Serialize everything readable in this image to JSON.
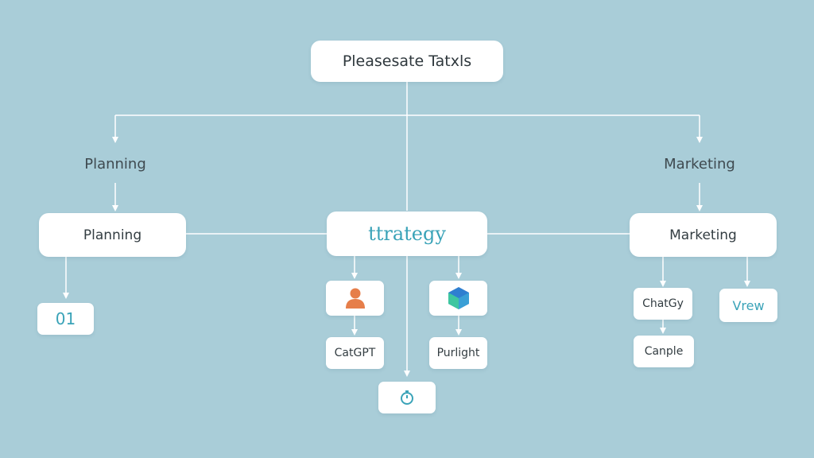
{
  "root": {
    "label": "Pleasesate Tatxls"
  },
  "branches": {
    "left_label": "Planning",
    "right_label": "Marketing"
  },
  "nodes": {
    "planning": "Planning",
    "strategy": "ttrategy",
    "marketing": "Marketing",
    "number_badge": "01",
    "catgpt": "CatGPT",
    "purlight": "Purlight",
    "chatgy": "ChatGy",
    "canple": "Canple",
    "vrew": "Vrew"
  },
  "colors": {
    "background": "#a9cdd8",
    "accent_teal": "#3aa3b8",
    "person_icon": "#e67e4a",
    "cube_green": "#3ec6a0",
    "cube_blue": "#2f7fd0"
  },
  "icons": [
    "person-icon",
    "cube-icon",
    "timer-icon"
  ]
}
